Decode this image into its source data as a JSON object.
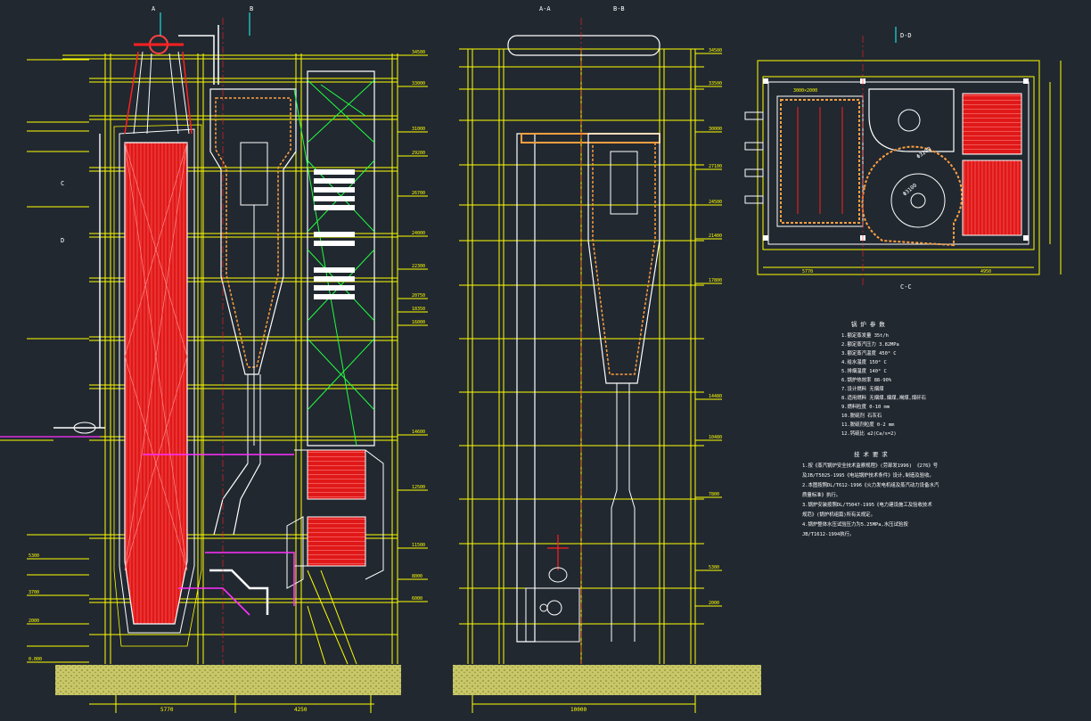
{
  "view_titles": {
    "elevation_a": "A",
    "elevation_b": "B",
    "section_aa": "A-A",
    "section_bb": "B-B",
    "plan_top": "D-D",
    "plan_bottom": "C-C",
    "mark_c": "C",
    "mark_d": "D"
  },
  "parameters": {
    "title": "锅 炉 参 数",
    "rows": [
      "1.额定蒸发量    35t/h",
      "2.额定蒸汽压力   3.82MPa",
      "3.额定蒸汽温度   450° C",
      "4.给水温度      150° C",
      "5.排烟温度      140° C",
      "6.锅炉热效率    88-90%",
      "7.设计燃料     无烟煤",
      "8.适用燃料     无烟煤,烟煤,褐煤,煤矸石",
      "9.燃料粒度     0-10 mm",
      "10.脱硫剂      石灰石",
      "11.脱硫剂粒度   0-2 mm",
      "12.钙硫比      ≤2(Ca/s=2)"
    ]
  },
  "requirements": {
    "title": "技 术 要 求",
    "rows": [
      "1.按《蒸汽锅炉安全技术监察规程》(劳部发1996) 《276》号",
      "  及JB/T5025-1995《电站锅炉技术条件》设计,制造及验收。",
      "2.本图按照DL/T612-1996《火力发电机组及蒸汽动力设备水汽",
      "  质量标准》执行。",
      "3.锅炉安装按照DL/T5047-1995《电力建设施工及验收技术",
      "  规范》(锅炉机组篇)所有关规定。",
      "4.锅炉整体水压试验压力为5.25MPa,水压试验按",
      "  JB/T1612-1994执行。"
    ]
  },
  "elevations_left": [
    "34500",
    "33000",
    "31000",
    "29200",
    "26700",
    "24000",
    "22300",
    "20750",
    "18350",
    "16000",
    "14600",
    "12500",
    "11500",
    "8000",
    "6000",
    "5300",
    "3700",
    "2000",
    "0.000"
  ],
  "elevations_mid": [
    "34500",
    "33500",
    "30000",
    "27100",
    "24500",
    "21400",
    "17800",
    "14480",
    "10480",
    "7800",
    "5300",
    "2000"
  ],
  "plan_dims": {
    "d1": "Φ3100",
    "d2": "Φ3200",
    "w1": "5770",
    "w2": "4950",
    "box": "3000×2000"
  },
  "bottom_dims": {
    "left1": "5770",
    "left2": "4250",
    "mid": "10000"
  }
}
